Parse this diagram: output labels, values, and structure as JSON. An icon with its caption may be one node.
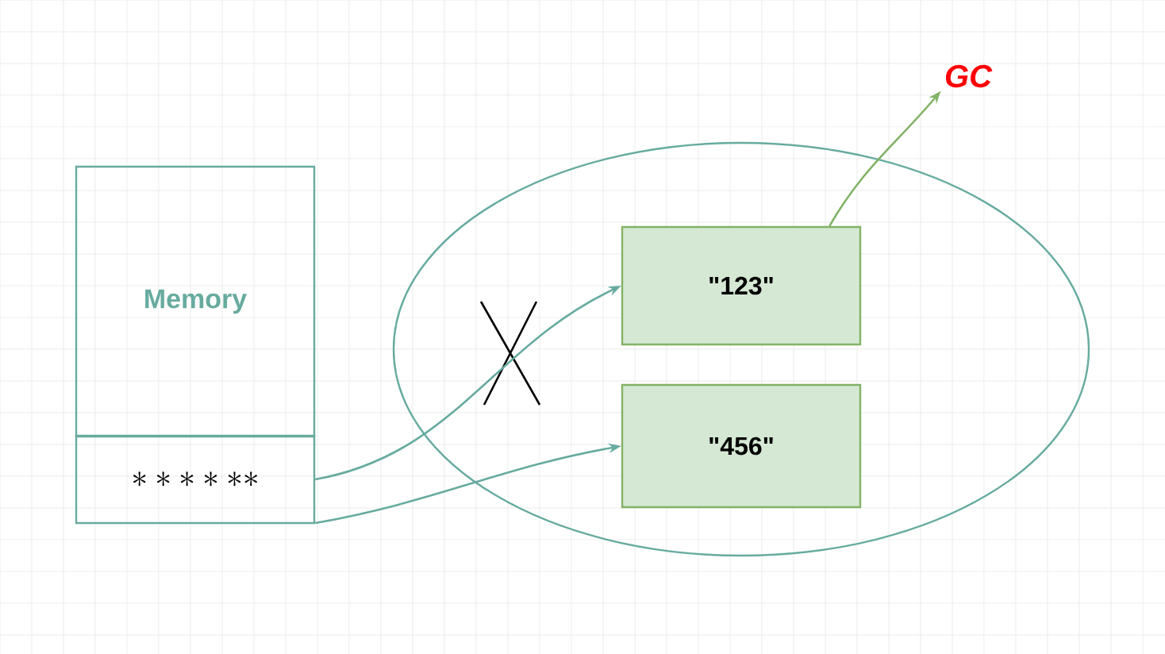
{
  "diagram": {
    "nodes": [
      {
        "text": [
          "Memory"
        ]
      },
      {
        "text": [
          "******"
        ]
      },
      {
        "text": [],
        "shape": "ellipse"
      },
      {
        "text": [
          "\"123\""
        ],
        "in": 2
      },
      {
        "text": [
          "\"456\""
        ],
        "in": 2
      },
      {
        "text": [
          "GC"
        ]
      }
    ],
    "edges": [
      {
        "from": 1,
        "to": 3,
        "arrow": "to"
      },
      {
        "from": 1,
        "to": 4,
        "arrow": "to"
      },
      {
        "from": 3,
        "to": 5,
        "arrow": "to",
        "color": "#82b366"
      }
    ]
  }
}
